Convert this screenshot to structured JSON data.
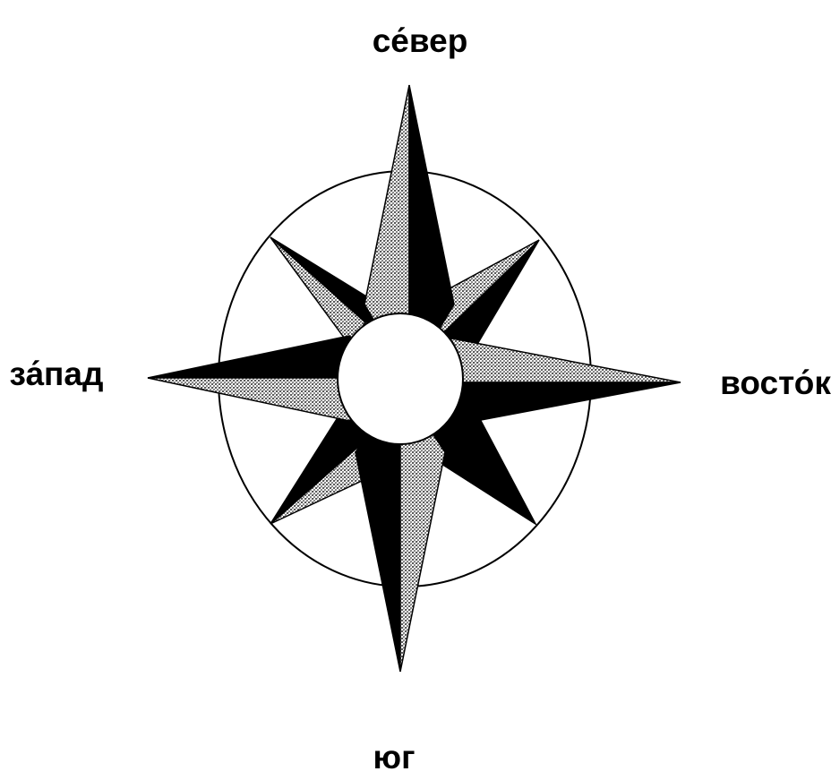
{
  "labels": {
    "north": "се́вер",
    "south": "юг",
    "west": "за́пад",
    "east": "восто́к"
  },
  "colors": {
    "outline": "#000000",
    "dark_fill": "#000000",
    "light_fill": "#bdbdbd",
    "background": "#ffffff"
  }
}
